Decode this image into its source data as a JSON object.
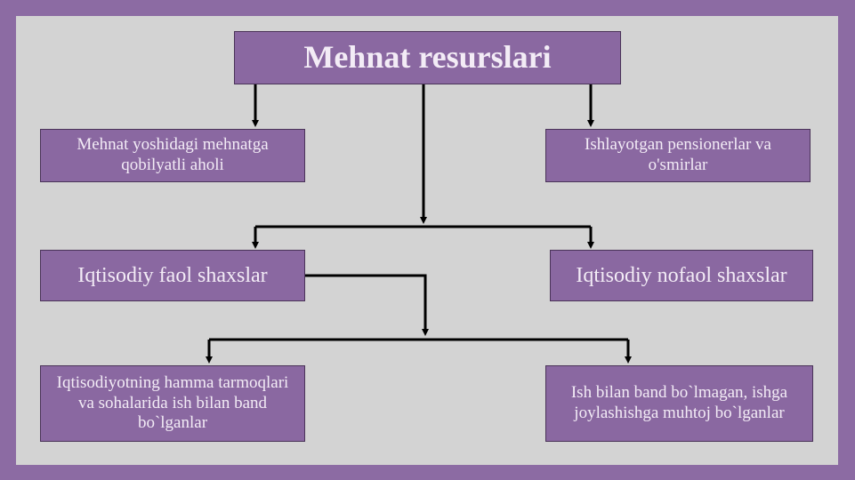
{
  "diagram": {
    "root": "Mehnat resurslari",
    "left_top": "Mehnat yoshidagi mehnatga qobilyatli aholi",
    "right_top": "Ishlayotgan pensionerlar va o'smirlar",
    "faol": "Iqtisodiy faol shaxslar",
    "nofaol": "Iqtisodiy nofaol shaxslar",
    "band": "Iqtisodiyotning hamma tarmoqlari va sohalarida ish bilan band bo`lganlar",
    "noband": "Ish bilan band bo`lmagan, ishga joylashishga muhtoj bo`lganlar"
  },
  "colors": {
    "frame": "#8c6ba3",
    "background": "#d3d3d3",
    "box_fill": "#8a68a1",
    "box_text": "#f3ecf6",
    "arrow": "#000000"
  }
}
